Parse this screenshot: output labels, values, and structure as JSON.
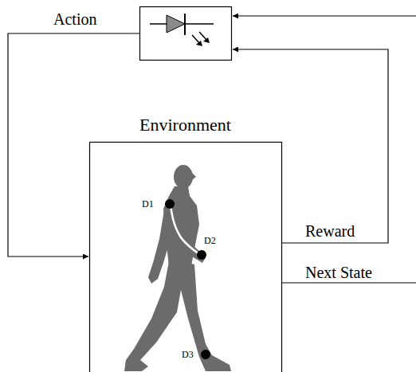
{
  "diagram": {
    "nodes": [
      {
        "text": [
          "Environment"
        ]
      }
    ],
    "labels": [
      "Action",
      "Reward",
      "Next State",
      "D1",
      "D2",
      "D3"
    ]
  }
}
